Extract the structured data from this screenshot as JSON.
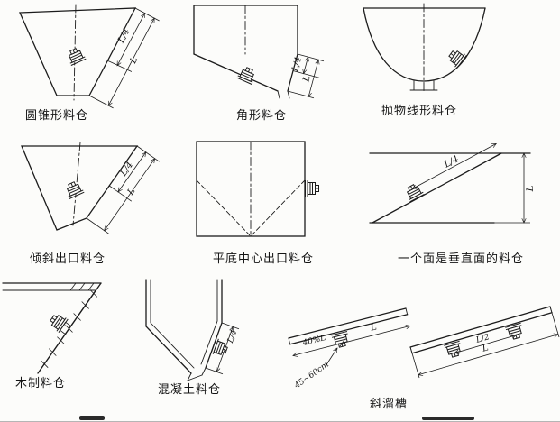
{
  "page": {
    "background": "#fcfcfa",
    "ink": "#1c1c1c"
  },
  "icons": {
    "vibrator": "vibrator-icon"
  },
  "diagrams": [
    {
      "label": "圆锥形料仓",
      "dims": {
        "quarter": "L/4",
        "full": "L"
      }
    },
    {
      "label": "角形料仓",
      "dims": {
        "quarter": "L/4",
        "full": "L"
      }
    },
    {
      "label": "抛物线形料仓"
    },
    {
      "label": "倾斜出口料仓",
      "dims": {
        "quarter": "L/4",
        "full": "L"
      }
    },
    {
      "label": "平底中心出口料仓"
    },
    {
      "label": "一个面是垂直面的料仓",
      "dims": {
        "quarter": "L/4",
        "full": "L"
      }
    },
    {
      "label": "木制料仓"
    },
    {
      "label": "混凝土料仓",
      "dims": {
        "quarter": "L/4"
      }
    },
    {
      "label": "斜溜槽",
      "dims": {
        "left_pos": "40%L",
        "left_len": "L",
        "right_half": "L/2",
        "right_len": "L",
        "spacing": "45~60cm"
      }
    }
  ]
}
